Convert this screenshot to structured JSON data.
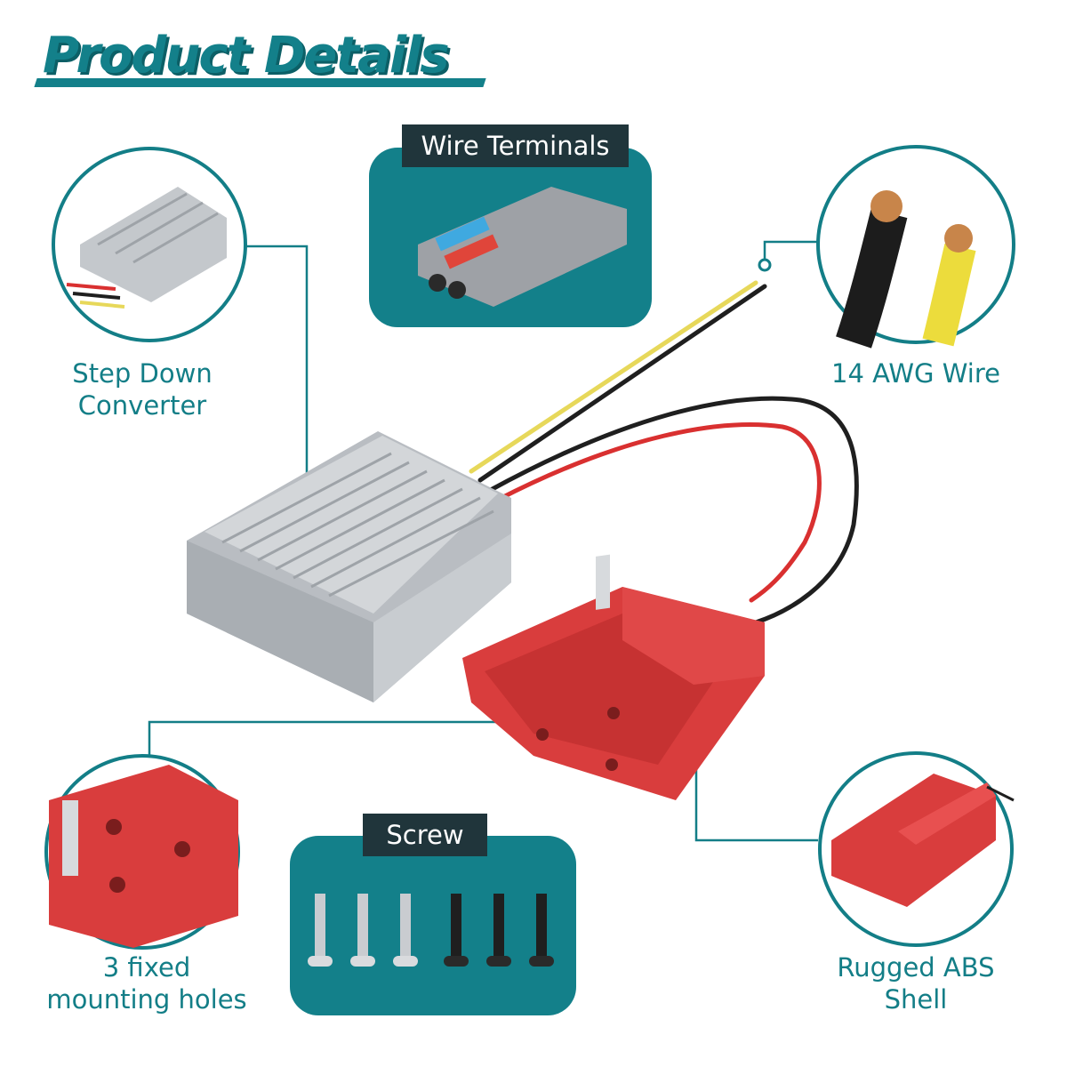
{
  "title": "Product Details",
  "callouts": {
    "wire_terminals": "Wire Terminals",
    "step_down_converter": [
      "Step Down",
      "Converter"
    ],
    "awg_wire": "14 AWG Wire",
    "screw": "Screw",
    "mounting_holes": [
      "3 fixed",
      "mounting holes"
    ],
    "abs_shell": [
      "Rugged ABS",
      "Shell"
    ]
  },
  "colors": {
    "accent": "#13808a",
    "tag_bg": "#20353b",
    "shell_red": "#d93d3d",
    "aluminum": "#c4c8cc"
  }
}
